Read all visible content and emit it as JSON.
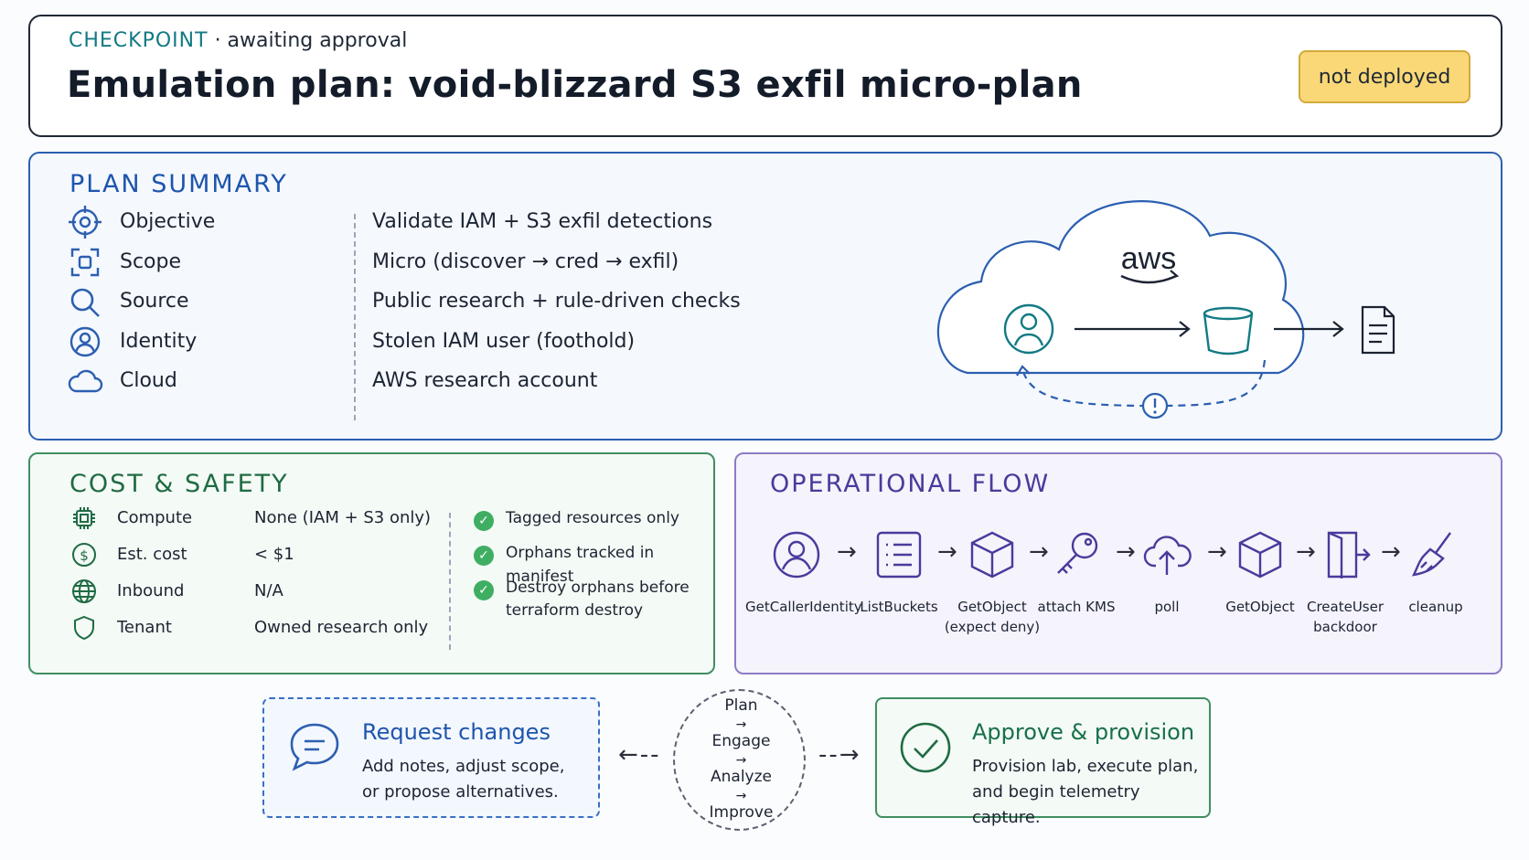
{
  "header": {
    "eyebrow_label": "CHECKPOINT",
    "eyebrow_status": "· awaiting approval",
    "title": "Emulation plan: void-blizzard S3 exfil micro-plan",
    "status_badge": "not deployed"
  },
  "plan_summary": {
    "title": "PLAN SUMMARY",
    "rows": [
      {
        "icon": "target-icon",
        "label": "Objective",
        "value": "Validate IAM + S3 exfil detections"
      },
      {
        "icon": "scope-icon",
        "label": "Scope",
        "value": "Micro (discover → cred → exfil)"
      },
      {
        "icon": "search-icon",
        "label": "Source",
        "value": "Public research + rule-driven checks"
      },
      {
        "icon": "user-circle-icon",
        "label": "Identity",
        "value": "Stolen IAM user (foothold)"
      },
      {
        "icon": "cloud-icon",
        "label": "Cloud",
        "value": "AWS research account"
      }
    ],
    "diagram": {
      "brand": "aws"
    }
  },
  "cost_safety": {
    "title": "COST & SAFETY",
    "rows": [
      {
        "icon": "chip-icon",
        "label": "Compute",
        "value": "None (IAM + S3 only)"
      },
      {
        "icon": "dollar-icon",
        "label": "Est. cost",
        "value": "< $1"
      },
      {
        "icon": "globe-icon",
        "label": "Inbound",
        "value": "N/A"
      },
      {
        "icon": "shield-icon",
        "label": "Tenant",
        "value": "Owned research only"
      }
    ],
    "checks": [
      {
        "line1": "Tagged resources only",
        "line2": ""
      },
      {
        "line1": "Orphans tracked in manifest",
        "line2": ""
      },
      {
        "line1": "Destroy orphans before",
        "line2": "terraform destroy"
      }
    ],
    "check_color": "#3fae62"
  },
  "operational_flow": {
    "title": "OPERATIONAL FLOW",
    "steps": [
      {
        "icon": "user-circle-icon",
        "line1": "GetCallerIdentity",
        "line2": ""
      },
      {
        "icon": "list-icon",
        "line1": "ListBuckets",
        "line2": ""
      },
      {
        "icon": "cube-icon",
        "line1": "GetObject",
        "line2": "(expect deny)"
      },
      {
        "icon": "key-icon",
        "line1": "attach KMS",
        "line2": ""
      },
      {
        "icon": "cloud-upload-icon",
        "line1": "poll",
        "line2": ""
      },
      {
        "icon": "cube-icon",
        "line1": "GetObject",
        "line2": ""
      },
      {
        "icon": "door-icon",
        "line1": "CreateUser",
        "line2": "backdoor"
      },
      {
        "icon": "broom-icon",
        "line1": "cleanup",
        "line2": ""
      }
    ]
  },
  "actions": {
    "request": {
      "title": "Request changes",
      "line1": "Add notes, adjust scope,",
      "line2": "or propose alternatives."
    },
    "cycle": [
      "Plan",
      "Engage",
      "Analyze",
      "Improve"
    ],
    "cycle_arrow": "→",
    "approve": {
      "title": "Approve & provision",
      "line1": "Provision lab, execute plan,",
      "line2": "and begin telemetry capture."
    }
  },
  "colors": {
    "plan_accent": "#1d55ad",
    "cost_accent": "#1f6b43",
    "flow_accent": "#4b3a9c",
    "badge_bg": "#fbd877"
  }
}
